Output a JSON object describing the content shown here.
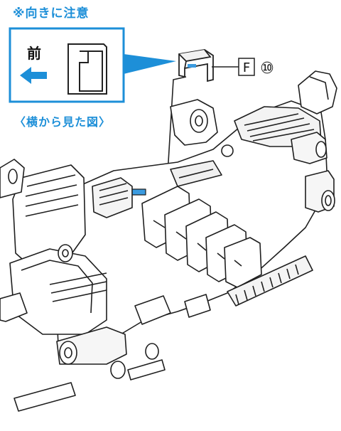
{
  "header": {
    "caution_note": "※向きに注意"
  },
  "inset": {
    "front_label": "前",
    "caption": "〈横から見た図〉"
  },
  "callout": {
    "part_letter": "F",
    "part_number": "⑩"
  },
  "colors": {
    "accent_blue": "#1d8fd8",
    "line": "#222222",
    "part_highlight": "#3b9be0"
  }
}
